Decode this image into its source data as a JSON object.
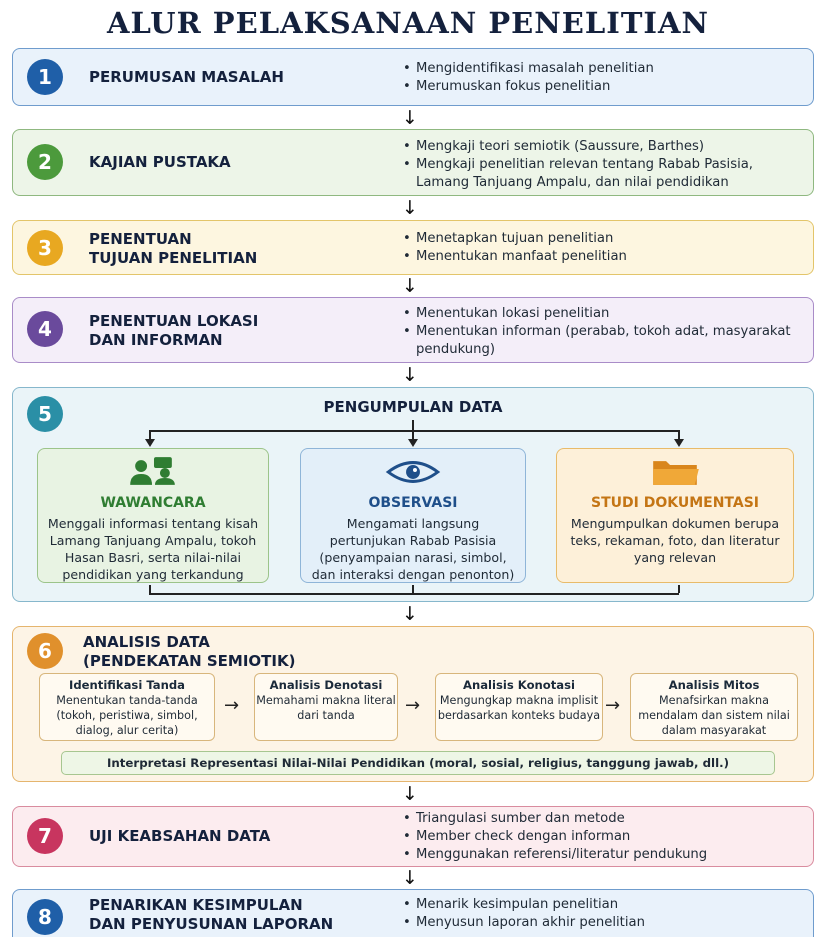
{
  "title": "ALUR PELAKSANAAN PENELITIAN",
  "steps": [
    {
      "num": "1",
      "title": [
        "PERUMUSAN MASALAH"
      ],
      "bullets": [
        "Mengidentifikasi masalah penelitian",
        "Merumuskan fokus penelitian"
      ],
      "color": "#1f5fa8"
    },
    {
      "num": "2",
      "title": [
        "KAJIAN PUSTAKA"
      ],
      "bullets": [
        "Mengkaji teori semiotik (Saussure, Barthes)",
        "Mengkaji penelitian relevan tentang Rabab Pasisia, Lamang Tanjuang Ampalu, dan nilai pendidikan"
      ],
      "color": "#4c9a3c"
    },
    {
      "num": "3",
      "title": [
        "PENENTUAN",
        "TUJUAN PENELITIAN"
      ],
      "bullets": [
        "Menetapkan tujuan penelitian",
        "Menentukan manfaat penelitian"
      ],
      "color": "#e8a821"
    },
    {
      "num": "4",
      "title": [
        "PENENTUAN LOKASI",
        "DAN INFORMAN"
      ],
      "bullets": [
        "Menentukan lokasi penelitian",
        "Menentukan informan (perabab, tokoh adat, masyarakat pendukung)"
      ],
      "color": "#6a4a9c"
    },
    {
      "num": "5",
      "title": [
        "PENGUMPULAN DATA"
      ],
      "color": "#2a8fa6"
    },
    {
      "num": "6",
      "title": [
        "ANALISIS DATA",
        "(PENDEKATAN SEMIOTIK)"
      ],
      "color": "#e0902c"
    },
    {
      "num": "7",
      "title": [
        "UJI KEABSAHAN DATA"
      ],
      "bullets": [
        "Triangulasi sumber dan metode",
        "Member check dengan informan",
        "Menggunakan referensi/literatur pendukung"
      ],
      "color": "#c8355f"
    },
    {
      "num": "8",
      "title": [
        "PENARIKAN KESIMPULAN",
        "DAN PENYUSUNAN LAPORAN"
      ],
      "bullets": [
        "Menarik kesimpulan penelitian",
        "Menyusun laporan akhir penelitian"
      ],
      "color": "#1f5fa8"
    }
  ],
  "collection": [
    {
      "title": "WAWANCARA",
      "desc": "Menggali informasi tentang kisah Lamang Tanjuang Ampalu, tokoh Hasan Basri, serta nilai-nilai pendidikan yang terkandung",
      "icon": "people-chat-icon",
      "color": "#2f7d32"
    },
    {
      "title": "OBSERVASI",
      "desc": "Mengamati langsung pertunjukan Rabab Pasisia (penyampaian narasi, simbol, dan interaksi dengan penonton)",
      "icon": "eye-icon",
      "color": "#1f4f8a"
    },
    {
      "title": "STUDI DOKUMENTASI",
      "desc": "Mengumpulkan dokumen berupa teks, rekaman, foto, dan literatur yang relevan",
      "icon": "folder-icon",
      "color": "#c47514"
    }
  ],
  "analysis": [
    {
      "title": "Identifikasi Tanda",
      "desc": "Menentukan tanda-tanda (tokoh, peristiwa, simbol, dialog, alur cerita)"
    },
    {
      "title": "Analisis Denotasi",
      "desc": "Memahami makna literal dari tanda"
    },
    {
      "title": "Analisis Konotasi",
      "desc": "Mengungkap makna implisit berdasarkan konteks budaya"
    },
    {
      "title": "Analisis Mitos",
      "desc": "Menafsirkan makna mendalam dan sistem nilai dalam masyarakat"
    }
  ],
  "interpretation": "Interpretasi Representasi Nilai-Nilai Pendidikan (moral, sosial, religius, tanggung jawab, dll.)"
}
